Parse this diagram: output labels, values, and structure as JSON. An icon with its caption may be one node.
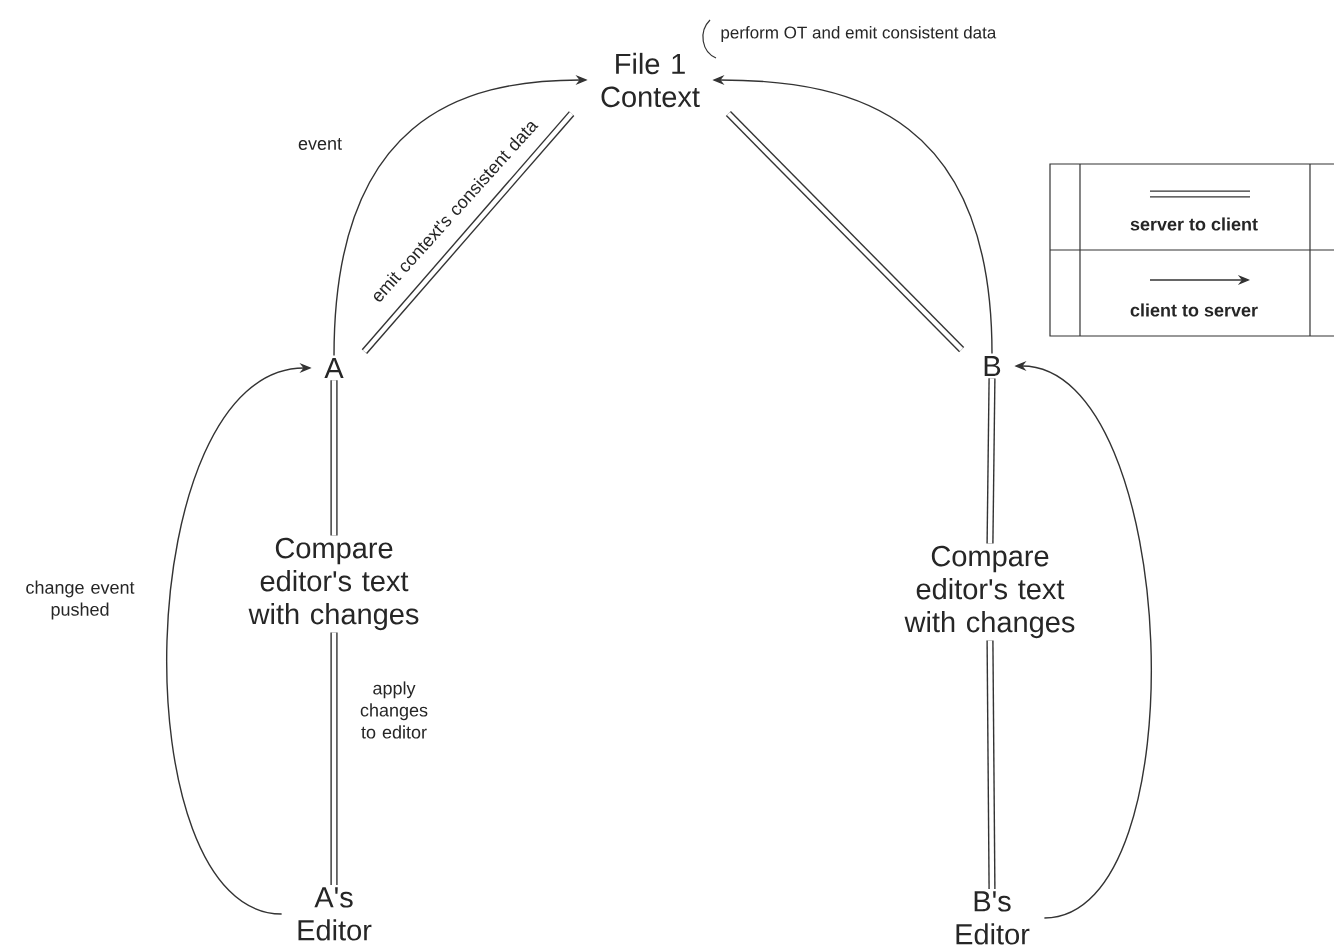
{
  "diagram": {
    "nodes": [
      {
        "text": [
          "File 1 Context"
        ],
        "beside": [
          "perform OT and emit consistent data"
        ]
      },
      {
        "text": [
          "A"
        ]
      },
      {
        "text": [
          "B"
        ]
      },
      {
        "text": [
          "Compare editor's text with changes"
        ]
      },
      {
        "text": [
          "Compare editor's text with changes"
        ]
      },
      {
        "text": [
          "A's Editor"
        ]
      },
      {
        "text": [
          "B's Editor"
        ]
      }
    ],
    "edges": [
      {
        "from": 1,
        "to": 0,
        "arrow": "to",
        "label": "event"
      },
      {
        "from": 0,
        "to": 1,
        "arrow": "none",
        "label": "emit context's consistent data"
      },
      {
        "from": 0,
        "to": 2,
        "arrow": "none"
      },
      {
        "from": 2,
        "to": 0,
        "arrow": "to"
      },
      {
        "from": 1,
        "to": 3,
        "arrow": "none"
      },
      {
        "from": 3,
        "to": 5,
        "arrow": "none",
        "label": "apply changes to editor"
      },
      {
        "from": 5,
        "to": 1,
        "arrow": "to",
        "label": "change event pushed"
      },
      {
        "from": 2,
        "to": 4,
        "arrow": "none"
      },
      {
        "from": 4,
        "to": 6,
        "arrow": "none"
      },
      {
        "from": 6,
        "to": 2,
        "arrow": "to"
      }
    ],
    "legend": [
      {
        "text": "server to client"
      },
      {
        "text": "client to server"
      }
    ]
  }
}
